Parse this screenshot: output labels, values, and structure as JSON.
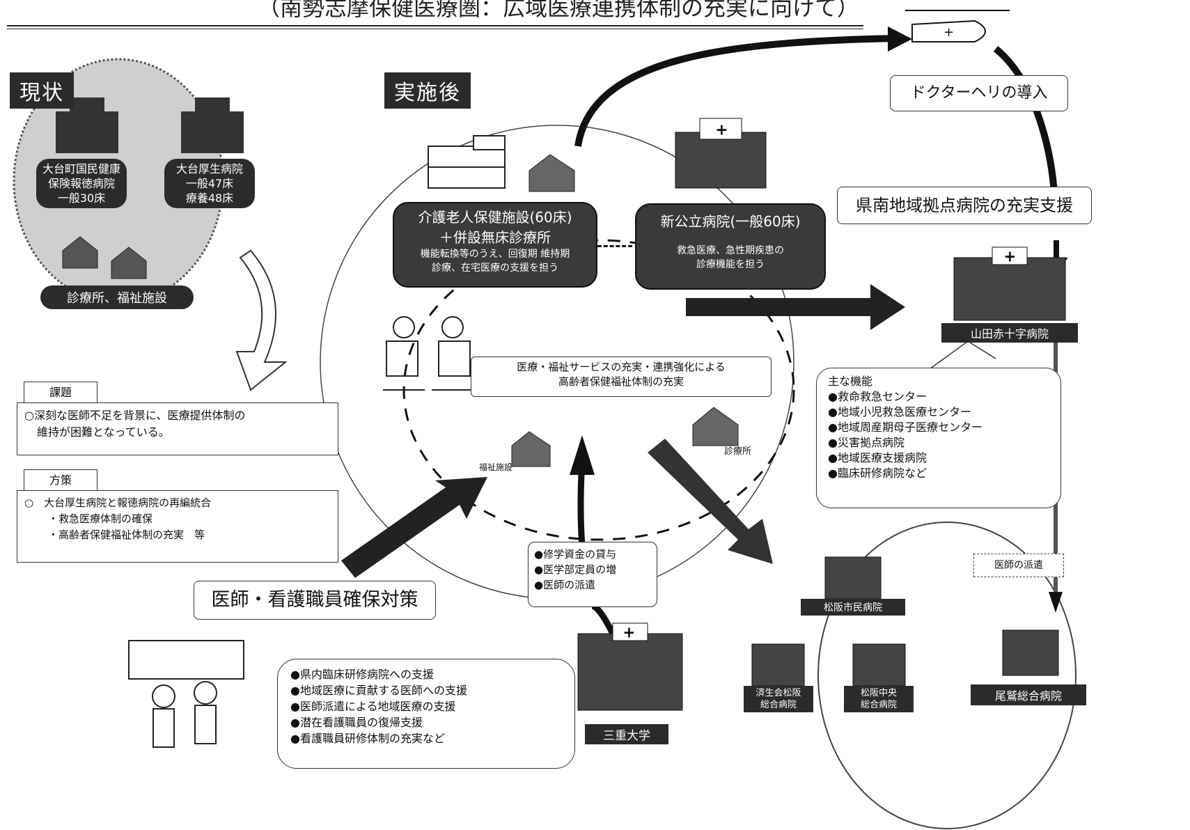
{
  "header": {
    "subtitle": "（南勢志摩保健医療圏：広域医療連携体制の充実に向けて）"
  },
  "current": {
    "tag": "現状",
    "hospital_a": {
      "line1": "大台町国民健康",
      "line2": "保険報徳病院",
      "line3": "一般30床"
    },
    "hospital_b": {
      "line1": "大台厚生病院",
      "line2": "一般47床",
      "line3": "療養48床"
    },
    "facilities_label": "診療所、福祉施設"
  },
  "after": {
    "tag": "実施後",
    "nursing": {
      "line1": "介護老人保健施設(60床)",
      "line2": "＋併設無床診療所",
      "line3": "機能転換等のうえ、回復期 維持期",
      "line4": "診療、在宅医療の支援を担う"
    },
    "public_hospital": {
      "line1": "新公立病院(一般60床)",
      "line2": "救急医療、急性期疾患の",
      "line3": "診療機能を担う"
    },
    "center": {
      "line1": "医療・福祉サービスの充実・連携強化による",
      "line2": "高齢者保健福祉体制の充実"
    },
    "welfare_label": "福祉施設",
    "clinic_label": "診療所"
  },
  "helicopter": {
    "label": "ドクターヘリの導入"
  },
  "support": {
    "label": "県南地域拠点病院の充実支援"
  },
  "base_hospital": {
    "name": "山田赤十字病院",
    "functions_title": "主な機能",
    "functions": [
      "●救命救急センター",
      "●地域小児救急医療センター",
      "●地域周産期母子医療センター",
      "●災害拠点病院",
      "●地域医療支援病院",
      "●臨床研修病院など"
    ]
  },
  "dispatch": {
    "label": "医師の派遣"
  },
  "owase": {
    "label": "尾鷲総合病院"
  },
  "kadai": {
    "title": "課題",
    "text1": "○深刻な医師不足を背景に、医療提供体制の",
    "text2": "維持が困難となっている。"
  },
  "housaku": {
    "title": "方策",
    "text1": "○　大台厚生病院と報徳病院の再編統合",
    "text2": "・救急医療体制の確保",
    "text3": "・高齢者保健福祉体制の充実　等"
  },
  "doctors": {
    "title": "医師・看護職員確保対策",
    "items": [
      "●県内臨床研修病院への支援",
      "●地域医療に貢献する医師への支援",
      "●医師派遣による地域医療の支援",
      "●潜在看護職員の復帰支援",
      "●看護職員研修体制の充実など"
    ]
  },
  "university": {
    "items": [
      "●修学資金の貸与",
      "●医学部定員の増",
      "●医師の派遣"
    ],
    "label": "三重大学"
  },
  "regional": {
    "hosp1": "松阪市民病院",
    "hosp2a": "済生会松阪",
    "hosp2b": "総合病院",
    "hosp3a": "松阪中央",
    "hosp3b": "総合病院"
  }
}
